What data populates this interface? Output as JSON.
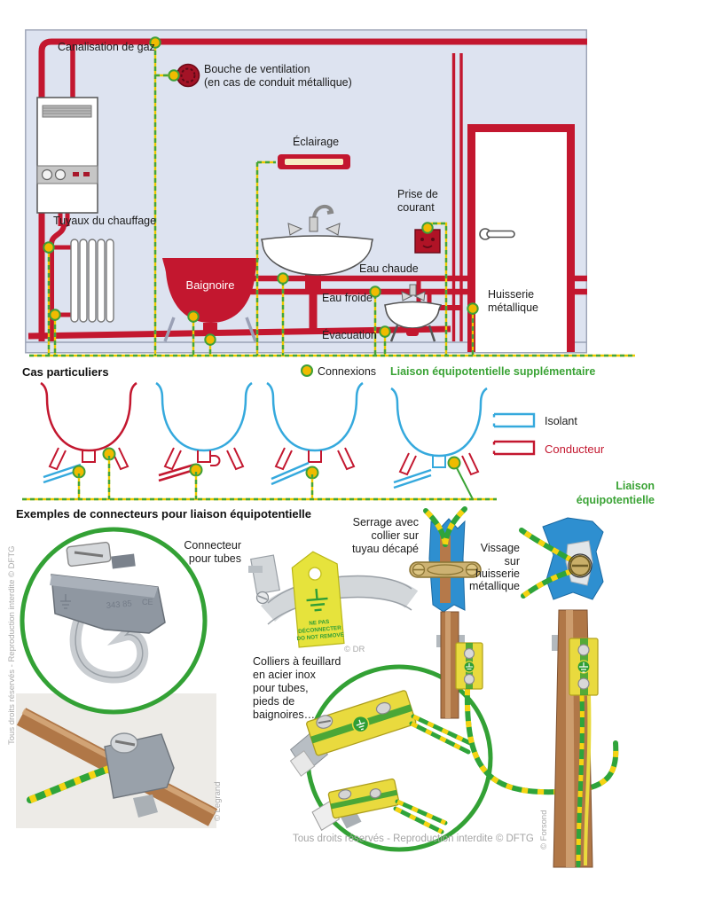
{
  "colors": {
    "red": "#c3172f",
    "blue": "#35a9dd",
    "green": "#3aa335",
    "yellow_dot": "#f0bb00",
    "room_bg": "#dde3f0"
  },
  "room": {
    "gas_label": "Canalisation de gaz",
    "vent_label_1": "Bouche de ventilation",
    "vent_label_2": "(en cas de conduit métallique)",
    "light_label": "Éclairage",
    "heating_label": "Tuyaux du chauffage",
    "bath_label": "Baignoire",
    "socket_label_1": "Prise de",
    "socket_label_2": "courant",
    "hot_water_label": "Eau chaude",
    "cold_water_label": "Eau froide",
    "drain_label": "Évacuation",
    "doorframe_label_1": "Huisserie",
    "doorframe_label_2": "métallique",
    "connections_label": "Connexions",
    "bonding_label": "Liaison équipotentielle supplémentaire"
  },
  "special_cases": {
    "title": "Cas particuliers",
    "insulator_label": "Isolant",
    "conductor_label": "Conducteur",
    "bonding_label_1": "Liaison",
    "bonding_label_2": "équipotentielle"
  },
  "connectors": {
    "title": "Exemples de connecteurs pour liaison équipotentielle",
    "tube_connector_label_1": "Connecteur",
    "tube_connector_label_2": "pour tubes",
    "clamp_label_1": "Serrage avec",
    "clamp_label_2": "collier sur",
    "clamp_label_3": "tuyau décapé",
    "screw_label_1": "Vissage",
    "screw_label_2": "sur",
    "screw_label_3": "huisserie",
    "screw_label_4": "métallique",
    "band_label_1": "Colliers à feuillard",
    "band_label_2": "en acier inox",
    "band_label_3": "pour tubes,",
    "band_label_4": "pieds de",
    "band_label_5": "baignoires…",
    "tag_line_1": "NE PAS",
    "tag_line_2": "DÉCONNECTER",
    "tag_line_3": "DO NOT REMOVE",
    "product_mark": "343 85",
    "product_mark_ce": "CE",
    "credit_dr": "© DR",
    "credit_legrand": "© Legrand",
    "credit_forsond": "© Forsond"
  },
  "copyright": {
    "side": "Tous droits réservés - Reproduction interdite © DFTG",
    "bottom": "Tous droits réservés - Reproduction interdite © DFTG"
  }
}
